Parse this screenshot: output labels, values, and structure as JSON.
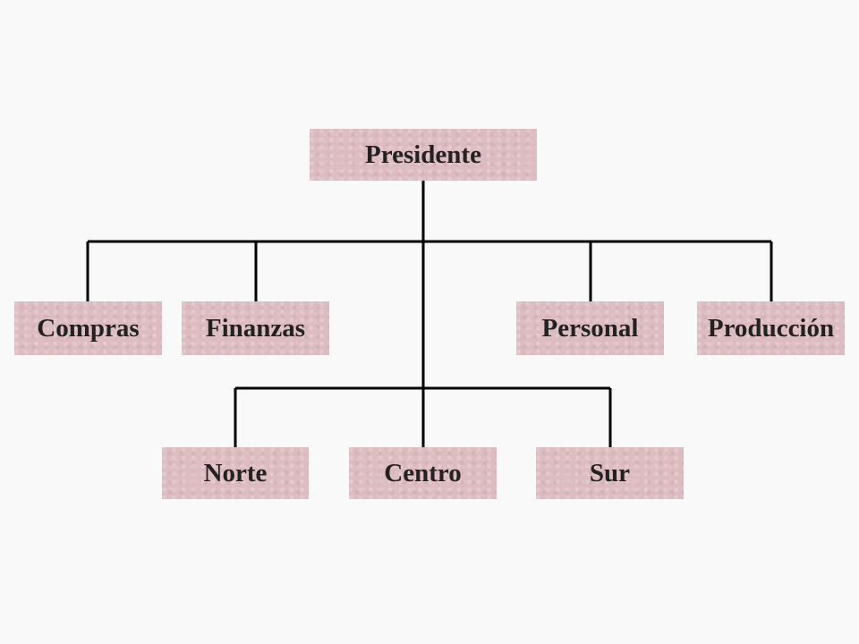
{
  "chart": {
    "root": {
      "label": "Presidente"
    },
    "departments": [
      {
        "label": "Compras"
      },
      {
        "label": "Finanzas"
      },
      {
        "label": "Personal"
      },
      {
        "label": "Producción"
      }
    ],
    "regions": [
      {
        "label": "Norte"
      },
      {
        "label": "Centro"
      },
      {
        "label": "Sur"
      }
    ]
  },
  "colors": {
    "background": "#f9f9f9",
    "box_fill": "#dcbcc0",
    "line": "#000000",
    "text": "#222222"
  }
}
